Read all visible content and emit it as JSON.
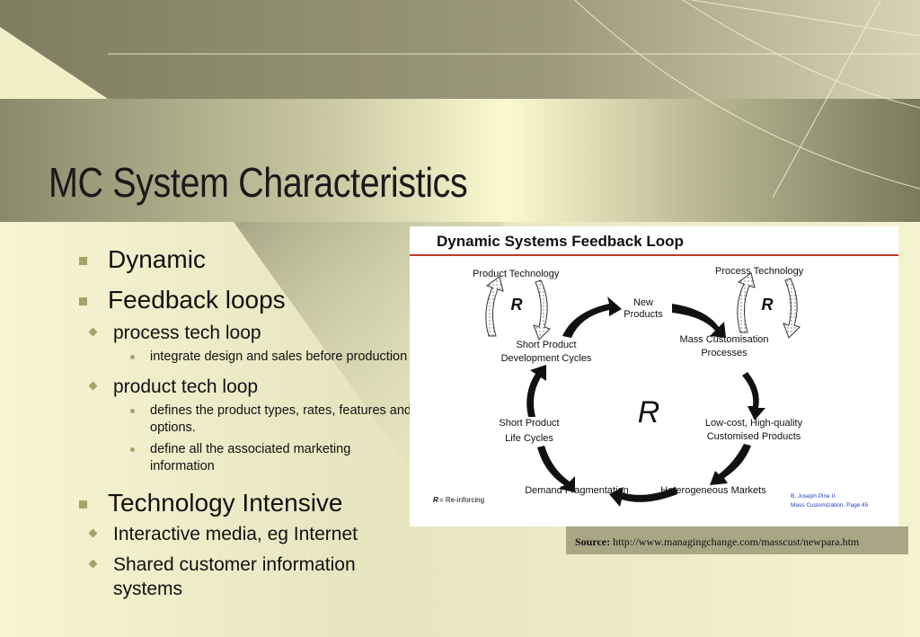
{
  "slide": {
    "title": "MC System Characteristics",
    "colors": {
      "band": "#8d8c6c",
      "background": "#f4f2cf",
      "bullet": "#a3a46a",
      "source_bar": "#a8a684",
      "diagram_rule": "#c0392b"
    }
  },
  "bullets": [
    {
      "text": "Dynamic"
    },
    {
      "text": "Feedback loops",
      "children": [
        {
          "text": "process tech loop",
          "children": [
            {
              "text": "integrate design and sales before production"
            }
          ]
        },
        {
          "text": "product tech loop",
          "children": [
            {
              "text": "defines the product types, rates, features and options."
            },
            {
              "text": "define all the associated marketing information"
            }
          ]
        }
      ]
    },
    {
      "text": "Technology Intensive",
      "children": [
        {
          "text": "Interactive media, eg Internet"
        },
        {
          "text": "Shared customer information systems"
        }
      ]
    }
  ],
  "diagram": {
    "title": "Dynamic Systems Feedback Loop",
    "product_technology": "Product Technology",
    "process_technology": "Process Technology",
    "r_symbol": "R",
    "new_products_1": "New",
    "new_products_2": "Products",
    "short_dev_1": "Short Product",
    "short_dev_2": "Development Cycles",
    "mass_cust_1": "Mass Customisation",
    "mass_cust_2": "Processes",
    "short_life_1": "Short Product",
    "short_life_2": "Life Cycles",
    "low_cost_1": "Low-cost, High-quality",
    "low_cost_2": "Customised Products",
    "demand_frag": "Demand Fragmentation",
    "hetero_markets": "Heterogeneous Markets",
    "legend_r": "R",
    "legend_text": "= Re-inforcing",
    "credit_1": "B. Joseph Pine II",
    "credit_2": "Mass Customization, Page 45"
  },
  "source": {
    "label": "Source:",
    "url": "http://www.managingchange.com/masscust/newpara.htm"
  }
}
